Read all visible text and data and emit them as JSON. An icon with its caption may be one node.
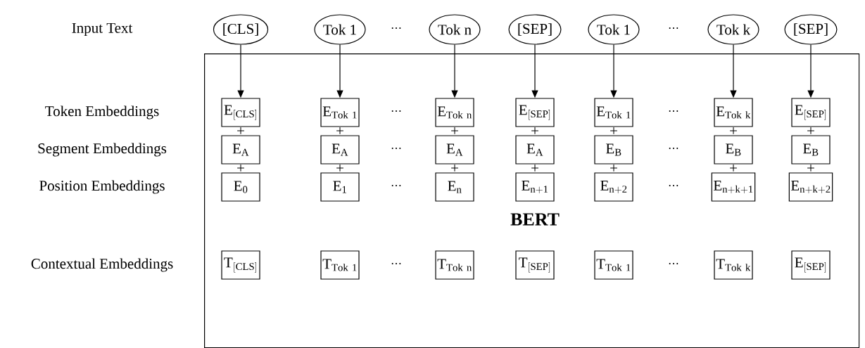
{
  "diagram": {
    "nodes": [
      {
        "text": [
          "[CLS]"
        ]
      },
      {
        "text": [
          "Tok 1"
        ]
      },
      {
        "text": [
          "Tok n"
        ]
      },
      {
        "text": [
          "[SEP]"
        ]
      },
      {
        "text": [
          "Tok 1"
        ]
      },
      {
        "text": [
          "Tok k"
        ]
      },
      {
        "text": [
          "[SEP]"
        ]
      },
      {
        "text": [
          "BERT"
        ]
      },
      {
        "text": [
          "\\mathrm{E}_{\\mathrm{[CLS]}}"
        ],
        "in": 7
      },
      {
        "text": [
          "\\mathrm{E}_{\\mathrm{Tok\\ 1}}"
        ],
        "in": 7
      },
      {
        "text": [
          "\\mathrm{E}_{\\mathrm{Tok\\ n}}"
        ],
        "in": 7
      },
      {
        "text": [
          "\\mathrm{E}_{\\mathrm{[SEP]}}"
        ],
        "in": 7
      },
      {
        "text": [
          "\\mathrm{E}_{\\mathrm{Tok\\ 1}}"
        ],
        "in": 7
      },
      {
        "text": [
          "\\mathrm{E}_{\\mathrm{Tok\\ k}}"
        ],
        "in": 7
      },
      {
        "text": [
          "\\mathrm{E}_{\\mathrm{[SEP]}}"
        ],
        "in": 7
      },
      {
        "text": [
          "\\mathrm{E}_{\\mathrm{A}}"
        ],
        "in": 7
      },
      {
        "text": [
          "\\mathrm{E}_{\\mathrm{A}}"
        ],
        "in": 7
      },
      {
        "text": [
          "\\mathrm{E}_{\\mathrm{A}}"
        ],
        "in": 7
      },
      {
        "text": [
          "\\mathrm{E}_{\\mathrm{A}}"
        ],
        "in": 7
      },
      {
        "text": [
          "\\mathrm{E}_{\\mathrm{B}}"
        ],
        "in": 7
      },
      {
        "text": [
          "\\mathrm{E}_{\\mathrm{B}}"
        ],
        "in": 7
      },
      {
        "text": [
          "\\mathrm{E}_{\\mathrm{B}}"
        ],
        "in": 7
      },
      {
        "text": [
          "\\mathrm{E}_{\\mathrm{0}}"
        ],
        "in": 7
      },
      {
        "text": [
          "\\mathrm{E}_{\\mathrm{1}}"
        ],
        "in": 7
      },
      {
        "text": [
          "\\mathrm{E}_{\\mathrm{n}}"
        ],
        "in": 7
      },
      {
        "text": [
          "\\mathrm{E}_{\\mathrm{n+1}}"
        ],
        "in": 7
      },
      {
        "text": [
          "\\mathrm{E}_{\\mathrm{n+2}}"
        ],
        "in": 7
      },
      {
        "text": [
          "\\mathrm{E}_{\\mathrm{n+k+1}}"
        ],
        "in": 7
      },
      {
        "text": [
          "\\mathrm{E}_{\\mathrm{n+k+2}}"
        ],
        "in": 7
      },
      {
        "text": [
          "\\mathrm{T}_{\\mathrm{[CLS]}}"
        ],
        "in": 7
      },
      {
        "text": [
          "\\mathrm{T}_{\\mathrm{Tok\\ 1}}"
        ],
        "in": 7
      },
      {
        "text": [
          "\\mathrm{T}_{\\mathrm{Tok\\ n}}"
        ],
        "in": 7
      },
      {
        "text": [
          "\\mathrm{T}_{\\mathrm{[SEP]}}"
        ],
        "in": 7
      },
      {
        "text": [
          "\\mathrm{T}_{\\mathrm{Tok\\ 1}}"
        ],
        "in": 7
      },
      {
        "text": [
          "\\mathrm{T}_{\\mathrm{Tok\\ k}}"
        ],
        "in": 7
      },
      {
        "text": [
          "\\mathrm{E}_{\\mathrm{[SEP]}}"
        ],
        "in": 7
      }
    ],
    "edges": [
      {
        "from": 0,
        "to": 8,
        "arrow": "to"
      },
      {
        "from": 1,
        "to": 9,
        "arrow": "to"
      },
      {
        "from": 2,
        "to": 10,
        "arrow": "to"
      },
      {
        "from": 3,
        "to": 11,
        "arrow": "to"
      },
      {
        "from": 4,
        "to": 12,
        "arrow": "to"
      },
      {
        "from": 5,
        "to": 13,
        "arrow": "to"
      },
      {
        "from": 6,
        "to": 14,
        "arrow": "to"
      }
    ],
    "labels": [
      "Input Text",
      "⋯",
      "⋯",
      "Token Embeddings",
      "⋯",
      "⋯",
      "+",
      "+",
      "+",
      "+",
      "+",
      "+",
      "+",
      "Segment Embeddings",
      "⋯",
      "⋯",
      "+",
      "+",
      "+",
      "+",
      "+",
      "+",
      "+",
      "Position Embeddings",
      "⋯",
      "⋯",
      "Contextual Embeddings",
      "⋯",
      "⋯"
    ]
  }
}
